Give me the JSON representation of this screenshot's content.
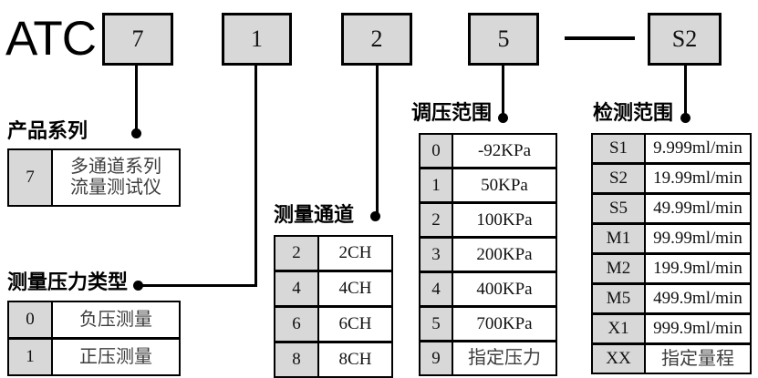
{
  "brand": "ATC",
  "model_code": {
    "segments": [
      "7",
      "1",
      "2",
      "5",
      "S2"
    ],
    "separator": "—"
  },
  "colors": {
    "box_fill": "#d8d8d8",
    "line": "#000000",
    "background": "#ffffff"
  },
  "sections": [
    {
      "title": "产品系列",
      "rows": [
        {
          "key": "7",
          "value": "多通道系列\n流量测试仪"
        }
      ]
    },
    {
      "title": "测量压力类型",
      "rows": [
        {
          "key": "0",
          "value": "负压测量"
        },
        {
          "key": "1",
          "value": "正压测量"
        }
      ]
    },
    {
      "title": "测量通道",
      "rows": [
        {
          "key": "2",
          "value": "2CH"
        },
        {
          "key": "4",
          "value": "4CH"
        },
        {
          "key": "6",
          "value": "6CH"
        },
        {
          "key": "8",
          "value": "8CH"
        }
      ]
    },
    {
      "title": "调压范围",
      "rows": [
        {
          "key": "0",
          "value": "-92KPa"
        },
        {
          "key": "1",
          "value": "50KPa"
        },
        {
          "key": "2",
          "value": "100KPa"
        },
        {
          "key": "3",
          "value": "200KPa"
        },
        {
          "key": "4",
          "value": "400KPa"
        },
        {
          "key": "5",
          "value": "700KPa"
        },
        {
          "key": "9",
          "value": "指定压力"
        }
      ]
    },
    {
      "title": "检测范围",
      "rows": [
        {
          "key": "S1",
          "value": "9.999ml/min"
        },
        {
          "key": "S2",
          "value": "19.99ml/min"
        },
        {
          "key": "S5",
          "value": "49.99ml/min"
        },
        {
          "key": "M1",
          "value": "99.99ml/min"
        },
        {
          "key": "M2",
          "value": "199.9ml/min"
        },
        {
          "key": "M5",
          "value": "499.9ml/min"
        },
        {
          "key": "X1",
          "value": "999.9ml/min"
        },
        {
          "key": "XX",
          "value": "指定量程"
        }
      ]
    }
  ]
}
